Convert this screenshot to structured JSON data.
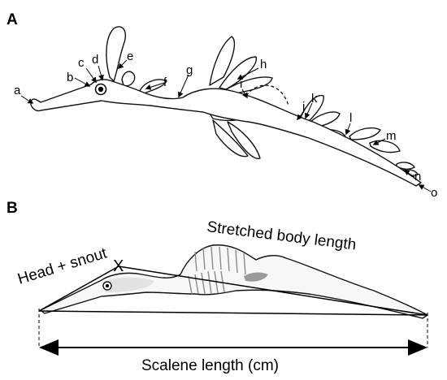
{
  "panel_a": {
    "letter": "A",
    "labels": [
      "a",
      "b",
      "c",
      "d",
      "e",
      "f",
      "g",
      "h",
      "i",
      "j",
      "k",
      "l",
      "m",
      "n",
      "o"
    ]
  },
  "panel_b": {
    "letter": "B",
    "head_label": "Head + snout",
    "body_label": "Stretched body length",
    "length_label": "Scalene length (cm)",
    "marker": "X"
  },
  "colors": {
    "stroke": "#111111",
    "shade": "#9a9a9a"
  }
}
